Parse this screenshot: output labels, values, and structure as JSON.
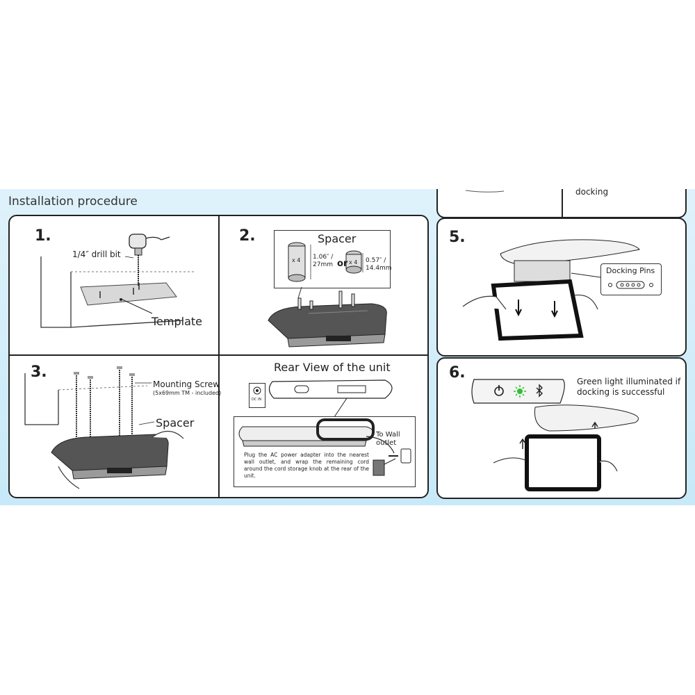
{
  "header": {
    "title": "Installation procedure"
  },
  "top_fragment": {
    "text": "docking"
  },
  "steps": {
    "s1": {
      "number": "1.",
      "drill_label": "1/4″ drill bit",
      "template_label": "Template"
    },
    "s2": {
      "number": "2.",
      "spacer_title": "Spacer",
      "qty_a": "x 4",
      "size_a": "1.06″ /\n27mm",
      "or": "or",
      "qty_b": "x 4",
      "size_b": "0.57″ /\n14.4mm"
    },
    "s3": {
      "number": "3.",
      "screw_label": "Mounting Screw",
      "screw_note": "(5x69mm TM - included)",
      "spacer_label": "Spacer"
    },
    "s4": {
      "title": "Rear View of the unit",
      "dc_label": "DC IN",
      "outlet_label": "To Wall\noutlet",
      "instruction": "Plug the AC power adapter into the nearest wall outlet, and wrap the remaining cord around the cord storage knob at the rear of the unit."
    },
    "s5": {
      "number": "5.",
      "pins_label": "Docking Pins"
    },
    "s6": {
      "number": "6.",
      "status_text": "Green light illuminated if docking is successful"
    }
  },
  "colors": {
    "band": "#c7e9f8",
    "frame": "#222222",
    "led": "#2fbf2f"
  }
}
